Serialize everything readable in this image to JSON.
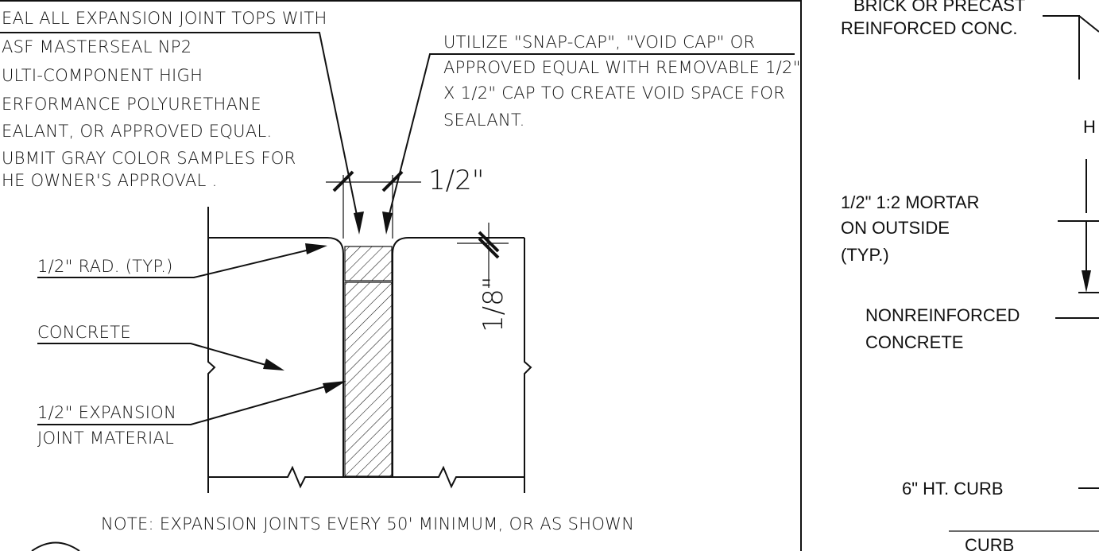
{
  "left_detail": {
    "seal_note": [
      "EAL ALL EXPANSION JOINT TOPS WITH",
      "ASF MASTERSEAL NP2",
      "ULTI-COMPONENT HIGH",
      "ERFORMANCE POLYURETHANE",
      "EALANT, OR APPROVED EQUAL.",
      "UBMIT GRAY COLOR SAMPLES FOR",
      "HE OWNER'S APPROVAL ."
    ],
    "cap_note": [
      "UTILIZE \"SNAP-CAP\", \"VOID CAP\" OR",
      "APPROVED EQUAL WITH REMOVABLE 1/2\"",
      "X 1/2\" CAP TO CREATE VOID SPACE FOR",
      "SEALANT."
    ],
    "dim_half_inch": "1/2\"",
    "dim_eighth_inch": "1/8\"",
    "radius_label": "1/2\" RAD. (TYP.)",
    "concrete_label": "CONCRETE",
    "expansion_label_line1": "1/2\" EXPANSION",
    "expansion_label_line2": "JOINT MATERIAL",
    "bottom_note": "NOTE: EXPANSION JOINTS EVERY 50' MINIMUM, OR AS SHOWN"
  },
  "right_detail": {
    "brick_line1": "BRICK OR PRECAST",
    "brick_line2": "REINFORCED CONC.",
    "h_label": "H",
    "mortar_line1": "1/2\" 1:2 MORTAR",
    "mortar_line2": "ON OUTSIDE",
    "mortar_line3": "(TYP.)",
    "nonreinforced_line1": "NONREINFORCED",
    "nonreinforced_line2": "CONCRETE",
    "curb_label": "6\" HT. CURB",
    "curb_caption": "CURB"
  }
}
